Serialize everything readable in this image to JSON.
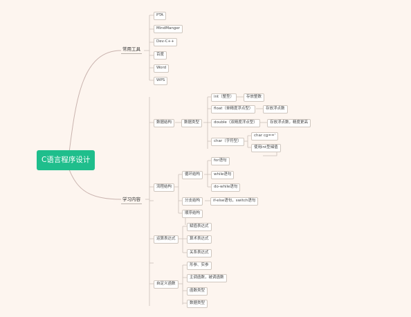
{
  "root": {
    "label": "C语言程序设计"
  },
  "branch_tools": {
    "label": "常用工具",
    "items": [
      "PTA",
      "MindManger",
      "Dev-C++",
      "百度",
      "Word",
      "WPS"
    ]
  },
  "branch_content": {
    "label": "学习内容",
    "data_structure": {
      "label": "数据结构",
      "data_type": {
        "label": "数据类型",
        "int": {
          "label": "int（整型）",
          "note": "存放整数"
        },
        "float": {
          "label": "float（单精度浮点型）",
          "note": "存放浮点数"
        },
        "double": {
          "label": "double（双精度浮点型）",
          "note": "存放浮点数，精度更高"
        },
        "char": {
          "label": "char（字符型）",
          "notes": [
            "char cg=='",
            "使用int型储值"
          ]
        }
      }
    },
    "flow_structure": {
      "label": "流程结构",
      "loop": {
        "label": "循环结构",
        "items": [
          "for语句",
          "while语句",
          "do-while语句"
        ]
      },
      "branch": {
        "label": "分支结构",
        "items": [
          "if-else语句，switch语句"
        ]
      },
      "sequence": {
        "label": "顺序结构"
      }
    },
    "expressions": {
      "label": "运算表达式",
      "items": [
        "赋值表达式",
        "算术表达式",
        "关系表达式"
      ]
    },
    "custom_functions": {
      "label": "自定义函数",
      "items": [
        "形参、实参",
        "主调函数，被调函数",
        "函数类型",
        "数据类型"
      ]
    }
  }
}
